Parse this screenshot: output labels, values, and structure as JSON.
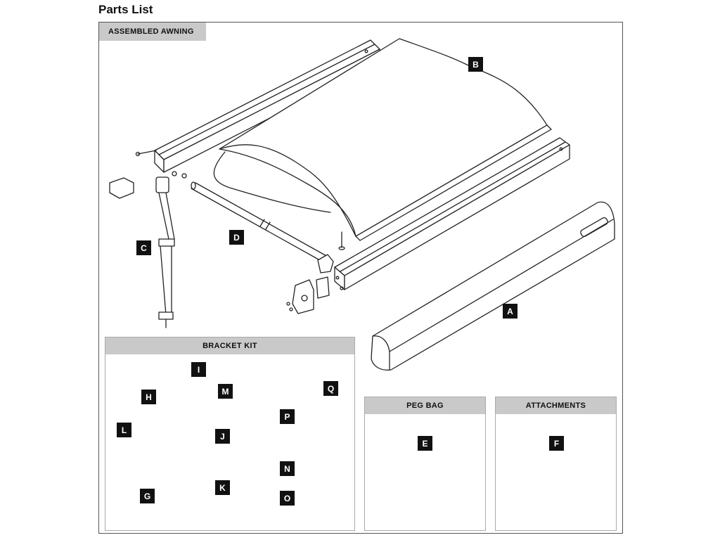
{
  "page_title": "Parts List",
  "sections": {
    "assembled_awning": "ASSEMBLED AWNING",
    "bracket_kit": "BRACKET KIT",
    "peg_bag": "PEG BAG",
    "attachments": "ATTACHMENTS"
  },
  "part_labels": {
    "A": "A",
    "B": "B",
    "C": "C",
    "D": "D",
    "E": "E",
    "F": "F",
    "G": "G",
    "H": "H",
    "I": "I",
    "J": "J",
    "K": "K",
    "L": "L",
    "M": "M",
    "N": "N",
    "O": "O",
    "P": "P",
    "Q": "Q"
  }
}
